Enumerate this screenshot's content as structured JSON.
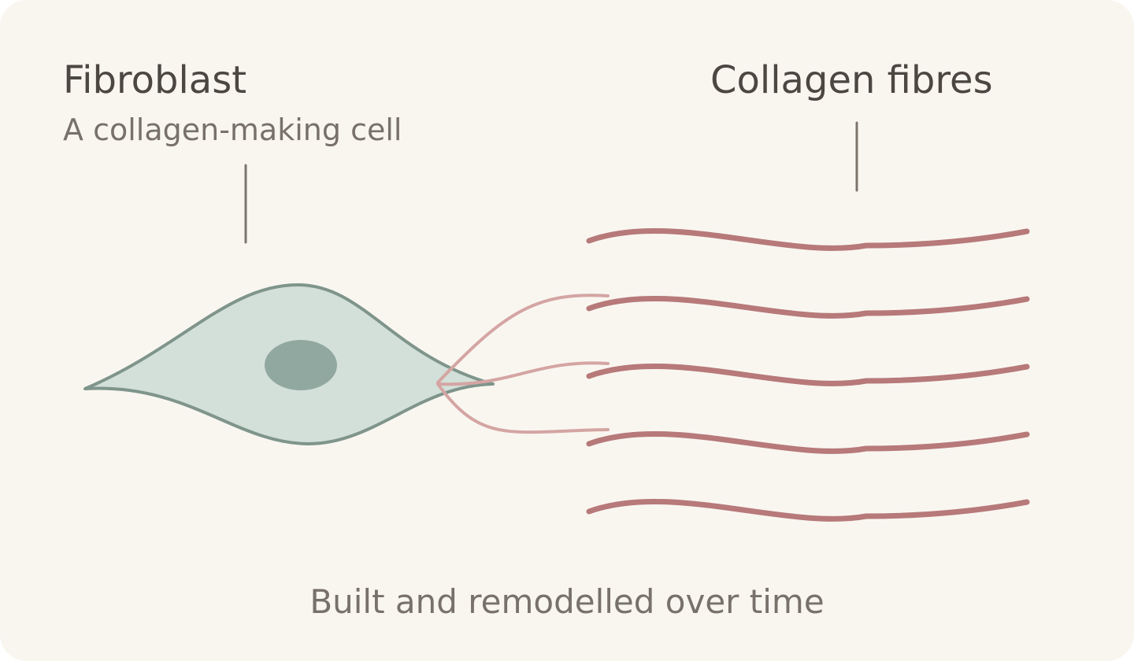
{
  "labels": {
    "cell_title": "Fibroblast",
    "cell_subtitle": "A collagen-making cell",
    "fibres_title": "Collagen fibres",
    "caption": "Built and remodelled over time"
  },
  "colors": {
    "background": "#f9f6f0",
    "cell_fill": "#d3e0d9",
    "cell_outline": "#7f958c",
    "nucleus": "#91a8a0",
    "fibre": "#b77979",
    "fibril": "#d4a5a3",
    "leader_line": "#7b756c",
    "title_text": "#4d4741",
    "subtitle_text": "#77716a"
  },
  "icons": {
    "cell": "fibroblast-cell-icon",
    "nucleus": "nucleus-icon",
    "fibre": "collagen-fibre-icon"
  },
  "fibre_count": 5,
  "emerging_fibril_count": 3
}
